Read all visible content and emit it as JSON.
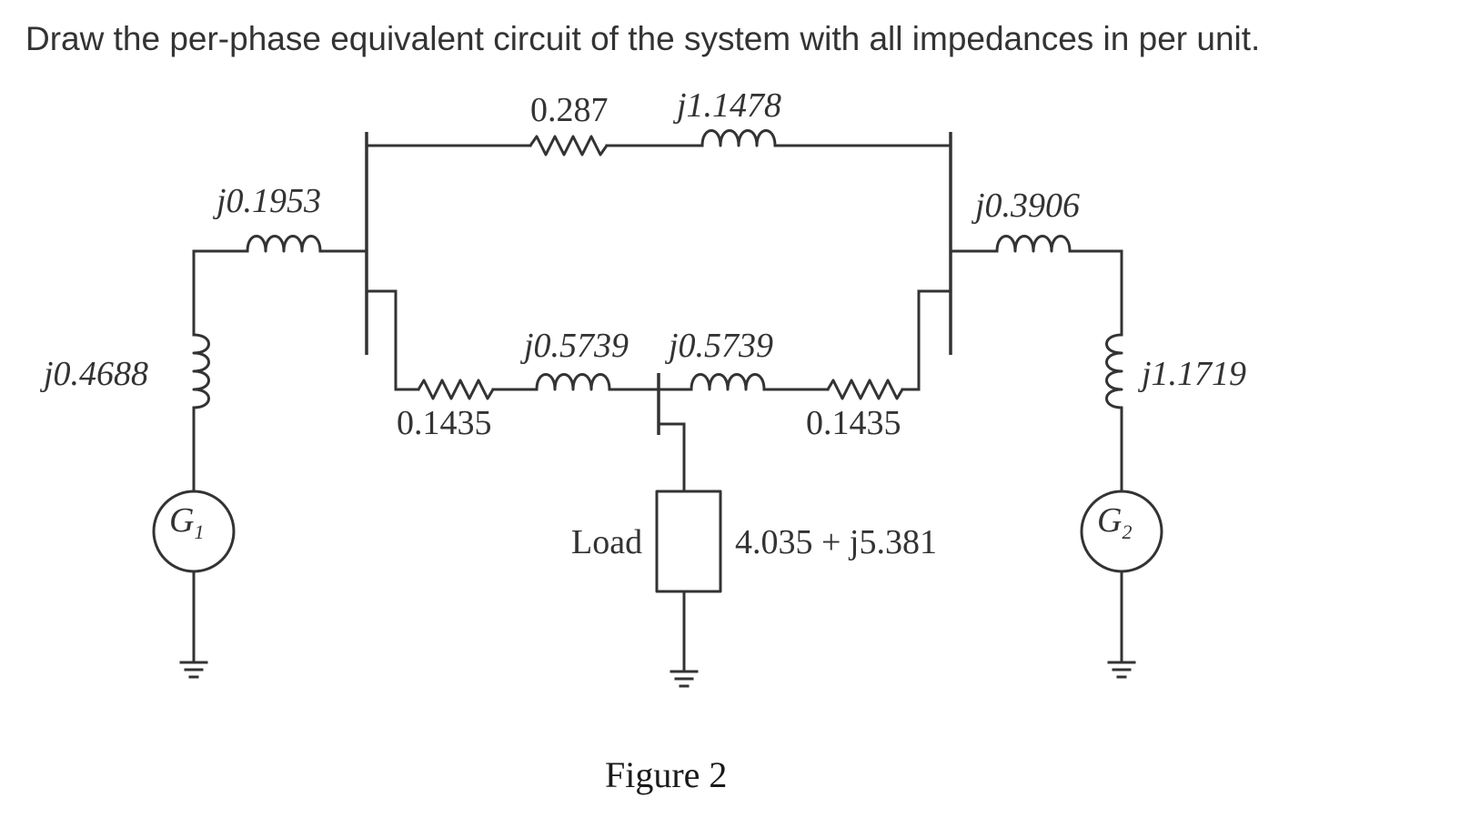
{
  "question": "Draw the per-phase equivalent circuit of the system with all impedances in per unit.",
  "figure_caption": "Figure 2",
  "line_top": {
    "resistance": "0.287",
    "reactance": "j1.1478"
  },
  "line_left": {
    "resistance": "0.1435",
    "reactance": "j0.5739"
  },
  "line_right": {
    "resistance": "0.1435",
    "reactance": "j0.5739"
  },
  "transformer_1": {
    "reactance": "j0.1953"
  },
  "transformer_2": {
    "reactance": "j0.3906"
  },
  "generator_1": {
    "reactance": "j0.4688",
    "label": "G",
    "subscript": "1"
  },
  "generator_2": {
    "reactance": "j1.1719",
    "label": "G",
    "subscript": "2"
  },
  "load": {
    "label": "Load",
    "impedance": "4.035 + j5.381"
  }
}
